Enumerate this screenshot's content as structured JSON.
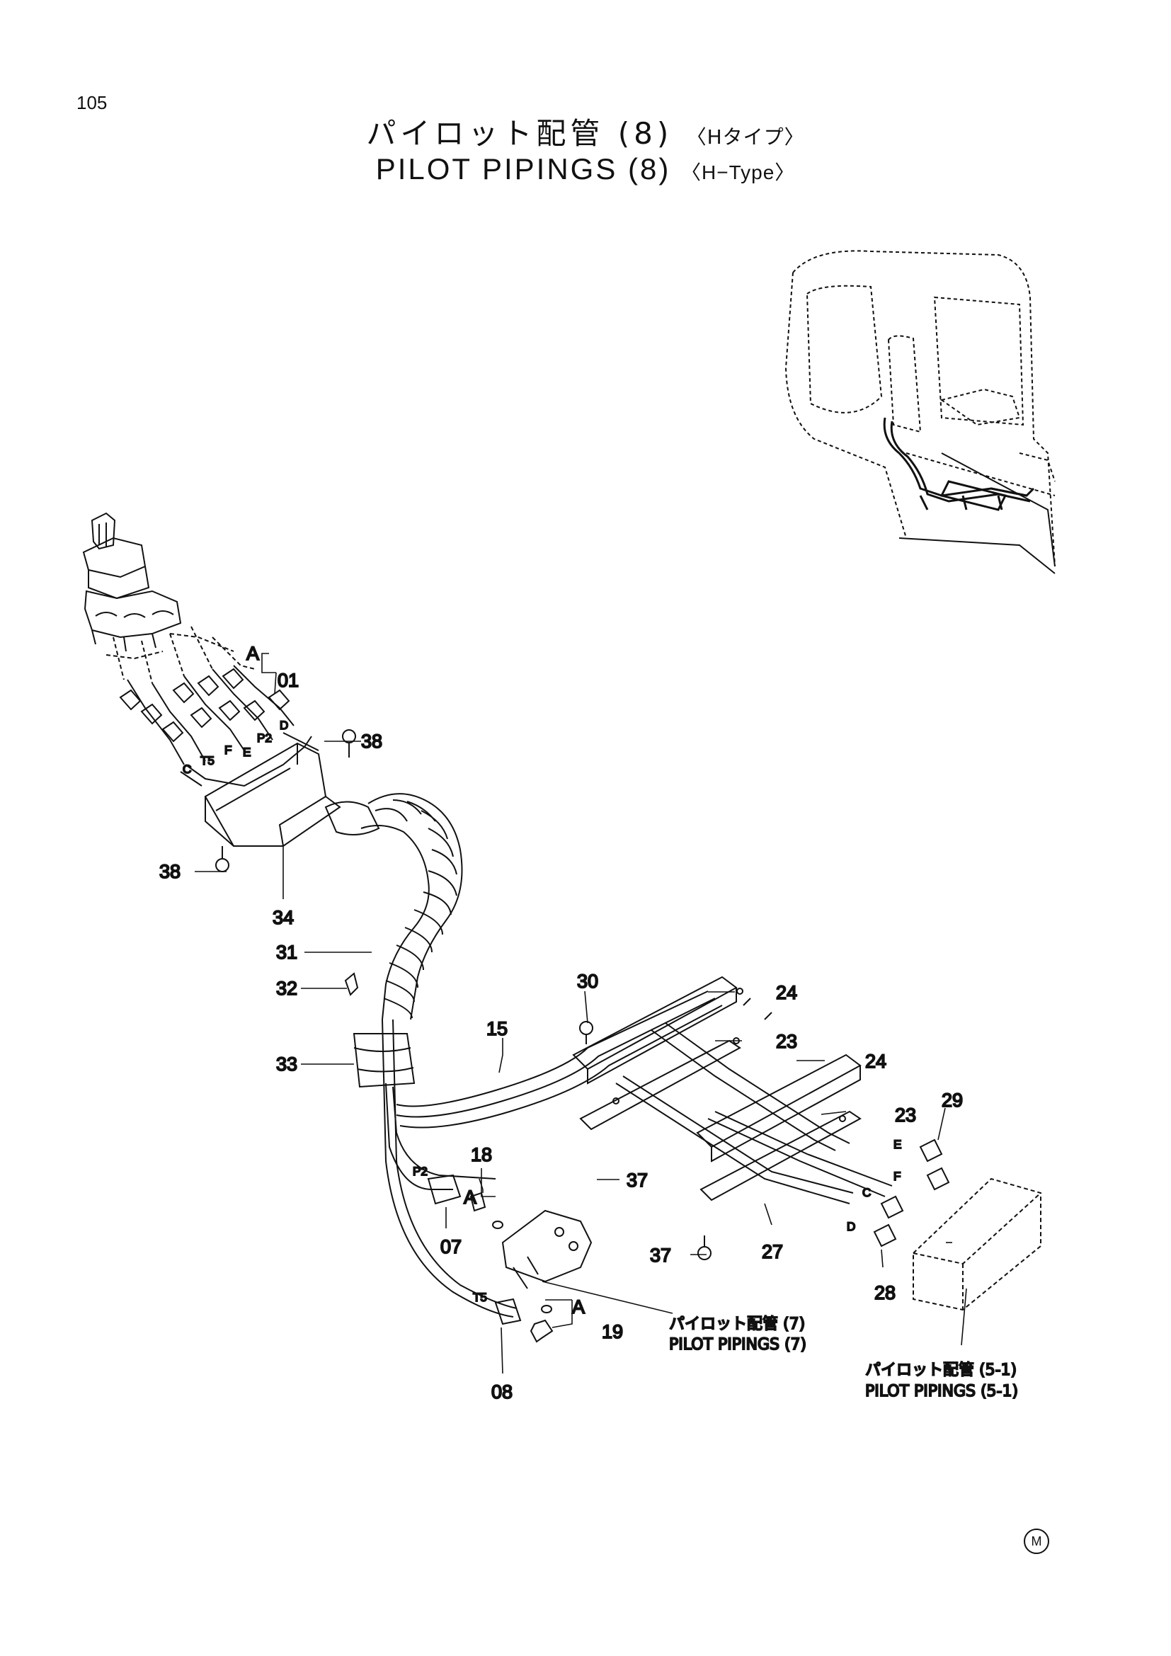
{
  "page": {
    "number": "105"
  },
  "title": {
    "jp": "パイロット配管 (8)",
    "jp_sub": "〈Hタイプ〉",
    "en": "PILOT PIPINGS (8)",
    "en_sub": "〈H−Type〉"
  },
  "callouts": {
    "c01": "01",
    "c07": "07",
    "c08": "08",
    "c15": "15",
    "c18": "18",
    "c19": "19",
    "c23a": "23",
    "c23b": "23",
    "c24a": "24",
    "c24b": "24",
    "c27": "27",
    "c28": "28",
    "c29": "29",
    "c30": "30",
    "c31": "31",
    "c32": "32",
    "c33": "33",
    "c34": "34",
    "c37a": "37",
    "c37b": "37",
    "c38a": "38",
    "c38b": "38",
    "detail_a1": "A",
    "detail_a2": "A",
    "detail_a3": "A"
  },
  "port_labels": {
    "d_top": "D",
    "p2_top": "P2",
    "e_top": "E",
    "f_top": "F",
    "t5_top": "T5",
    "c_top": "C",
    "p2_mid": "P2",
    "t5_mid": "T5",
    "e_right": "E",
    "f_right": "F",
    "c_right": "C",
    "d_right": "D"
  },
  "references": {
    "ref7_jp": "パイロット配管 (7)",
    "ref7_en": "PILOT PIPINGS (7)",
    "ref51_jp": "パイロット配管 (5-1)",
    "ref51_en": "PILOT PIPINGS (5-1)"
  },
  "footer": {
    "mark": "M"
  }
}
